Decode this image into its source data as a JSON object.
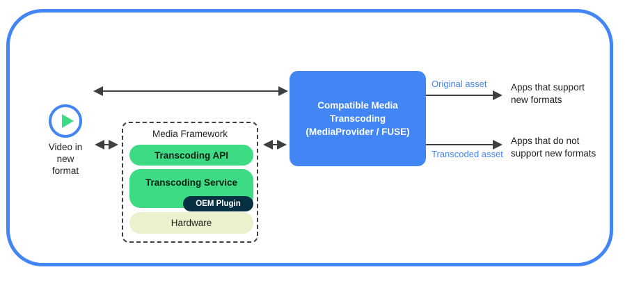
{
  "diagram": {
    "title": "Compatible Media Transcoding",
    "frame_color": "#4285F4",
    "accent_green": "#3DDC84",
    "accent_pale": "#EAF1CD",
    "accent_dark": "#073042"
  },
  "source": {
    "icon": "play-circle-icon",
    "caption": "Video in\nnew\nformat"
  },
  "media_framework": {
    "title": "Media Framework",
    "layers": [
      {
        "label": "Transcoding API"
      },
      {
        "label": "Transcoding Service"
      },
      {
        "label": "Hardware"
      }
    ],
    "badge": "OEM Plugin"
  },
  "central": {
    "label": "Compatible Media\nTranscoding\n(MediaProvider / FUSE)"
  },
  "outputs": [
    {
      "asset_label": "Original asset",
      "consumer": "Apps that support\nnew formats"
    },
    {
      "asset_label": "Transcoded asset",
      "consumer": "Apps that do not\nsupport new formats"
    }
  ],
  "connectors": [
    {
      "name": "video-to-transcoding",
      "type": "double"
    },
    {
      "name": "video-to-framework",
      "type": "double"
    },
    {
      "name": "framework-to-transcoding",
      "type": "double"
    },
    {
      "name": "transcoding-to-supporting-apps",
      "type": "single"
    },
    {
      "name": "transcoding-to-nonsupporting-apps",
      "type": "single"
    }
  ]
}
